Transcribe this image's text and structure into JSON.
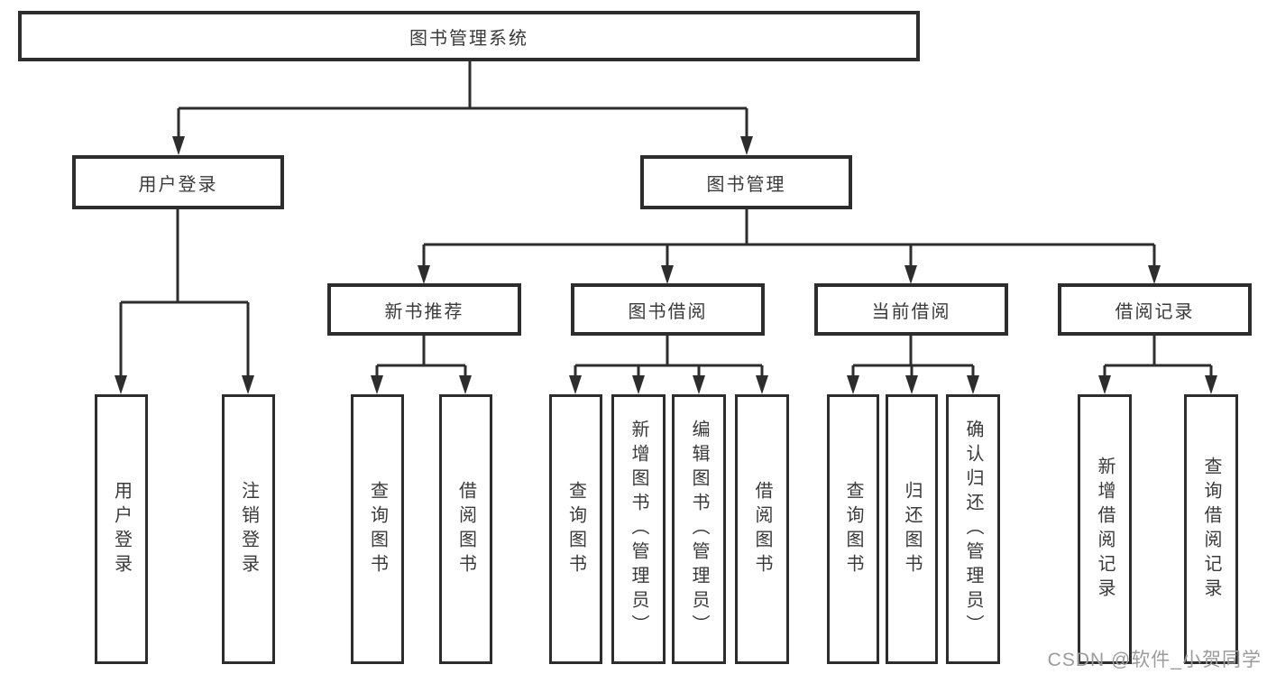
{
  "nodes": {
    "root": {
      "label": "图书管理系统"
    },
    "level2": [
      {
        "label": "用户登录"
      },
      {
        "label": "图书管理"
      }
    ],
    "level3": [
      {
        "label": "新书推荐",
        "parent": "图书管理"
      },
      {
        "label": "图书借阅",
        "parent": "图书管理"
      },
      {
        "label": "当前借阅",
        "parent": "图书管理"
      },
      {
        "label": "借阅记录",
        "parent": "图书管理"
      }
    ],
    "leaves": [
      {
        "label": "用户登录",
        "parent": "用户登录"
      },
      {
        "label": "注销登录",
        "parent": "用户登录"
      },
      {
        "label": "查询图书",
        "parent": "新书推荐"
      },
      {
        "label": "借阅图书",
        "parent": "新书推荐"
      },
      {
        "label": "查询图书",
        "parent": "图书借阅"
      },
      {
        "label": "新增图书（管理员）",
        "parent": "图书借阅"
      },
      {
        "label": "编辑图书（管理员）",
        "parent": "图书借阅"
      },
      {
        "label": "借阅图书",
        "parent": "图书借阅"
      },
      {
        "label": "查询图书",
        "parent": "当前借阅"
      },
      {
        "label": "归还图书",
        "parent": "当前借阅"
      },
      {
        "label": "确认归还（管理员）",
        "parent": "当前借阅"
      },
      {
        "label": "新增借阅记录",
        "parent": "借阅记录"
      },
      {
        "label": "查询借阅记录",
        "parent": "借阅记录"
      }
    ]
  },
  "watermark": {
    "text": "CSDN @软件_小贺同学"
  },
  "colors": {
    "line": "#2d2d2d",
    "box_border": "#2d2d2d",
    "text": "#3a3a3a",
    "watermark": "#9b9b9b",
    "background": "#ffffff"
  }
}
